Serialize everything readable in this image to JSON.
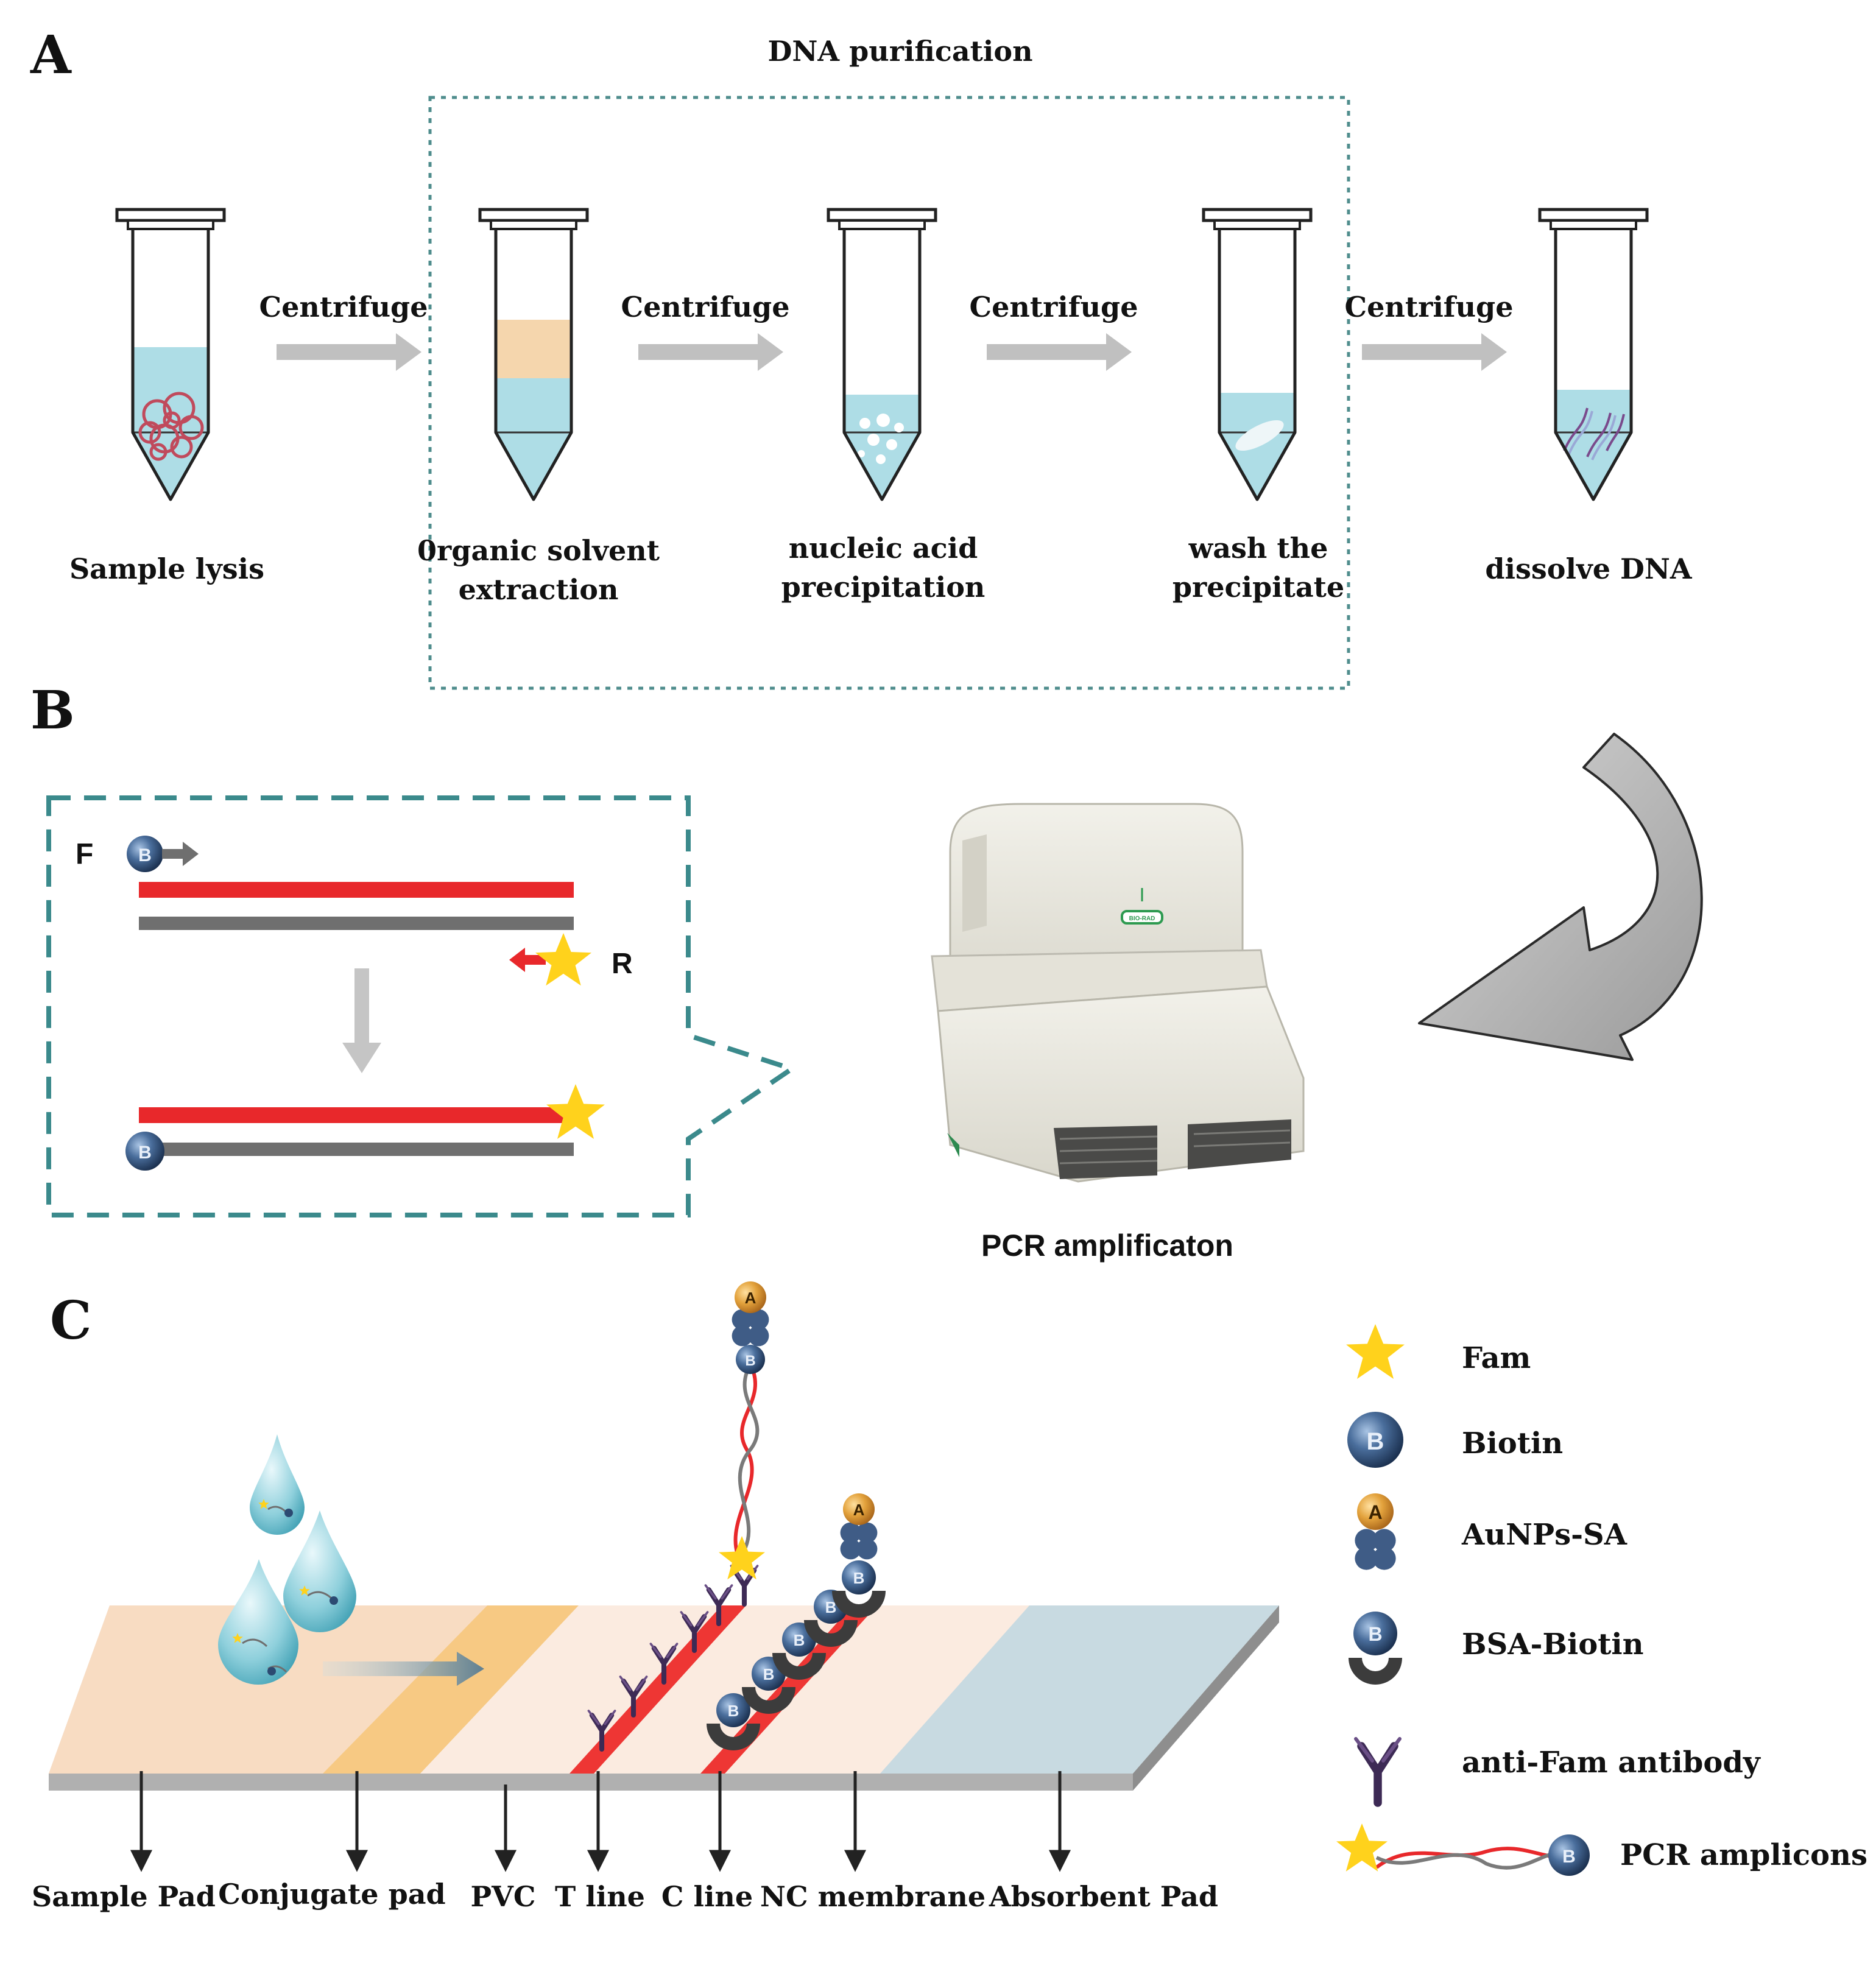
{
  "panel_a": {
    "letter": "A",
    "box_title": "DNA purification",
    "arrow_label": "Centrifuge",
    "steps": [
      {
        "label_line1": "Sample lysis",
        "label_line2": ""
      },
      {
        "label_line1": "0rganic solvent",
        "label_line2": "extraction"
      },
      {
        "label_line1": "nucleic acid",
        "label_line2": "precipitation"
      },
      {
        "label_line1": "wash the",
        "label_line2": "precipitate"
      },
      {
        "label_line1": "dissolve DNA",
        "label_line2": ""
      }
    ]
  },
  "panel_b": {
    "letter": "B",
    "forward_label": "F",
    "reverse_label": "R",
    "biotin_glyph": "B",
    "device_caption": "PCR amplificaton",
    "device_logo": "BIO-RAD"
  },
  "panel_c": {
    "letter": "C",
    "gold_glyph": "A",
    "biotin_glyph": "B",
    "strip_labels": [
      "Sample Pad",
      "Conjugate pad",
      "PVC",
      "T line",
      "C line",
      "NC membrane",
      "Absorbent Pad"
    ],
    "legend": [
      {
        "icon": "star-icon",
        "label": "Fam"
      },
      {
        "icon": "biotin-icon",
        "label": "Biotin"
      },
      {
        "icon": "aunps-sa-icon",
        "label": "AuNPs-SA"
      },
      {
        "icon": "bsa-biotin-icon",
        "label": "BSA-Biotin"
      },
      {
        "icon": "antibody-icon",
        "label": "anti-Fam antibody"
      },
      {
        "icon": "amplicon-icon",
        "label": "PCR amplicons"
      }
    ]
  },
  "colors": {
    "red_strand": "#e8282b",
    "grey_strand": "#6f6f6f",
    "fam_yellow": "#ffd21c",
    "biotin_blue": "#2c4a72",
    "gold": "#d9962a",
    "teal_border": "#3b8a8c",
    "liquid": "#aedde6",
    "organic": "#f5d6ad",
    "arrow_grey": "#bfbfbf"
  }
}
